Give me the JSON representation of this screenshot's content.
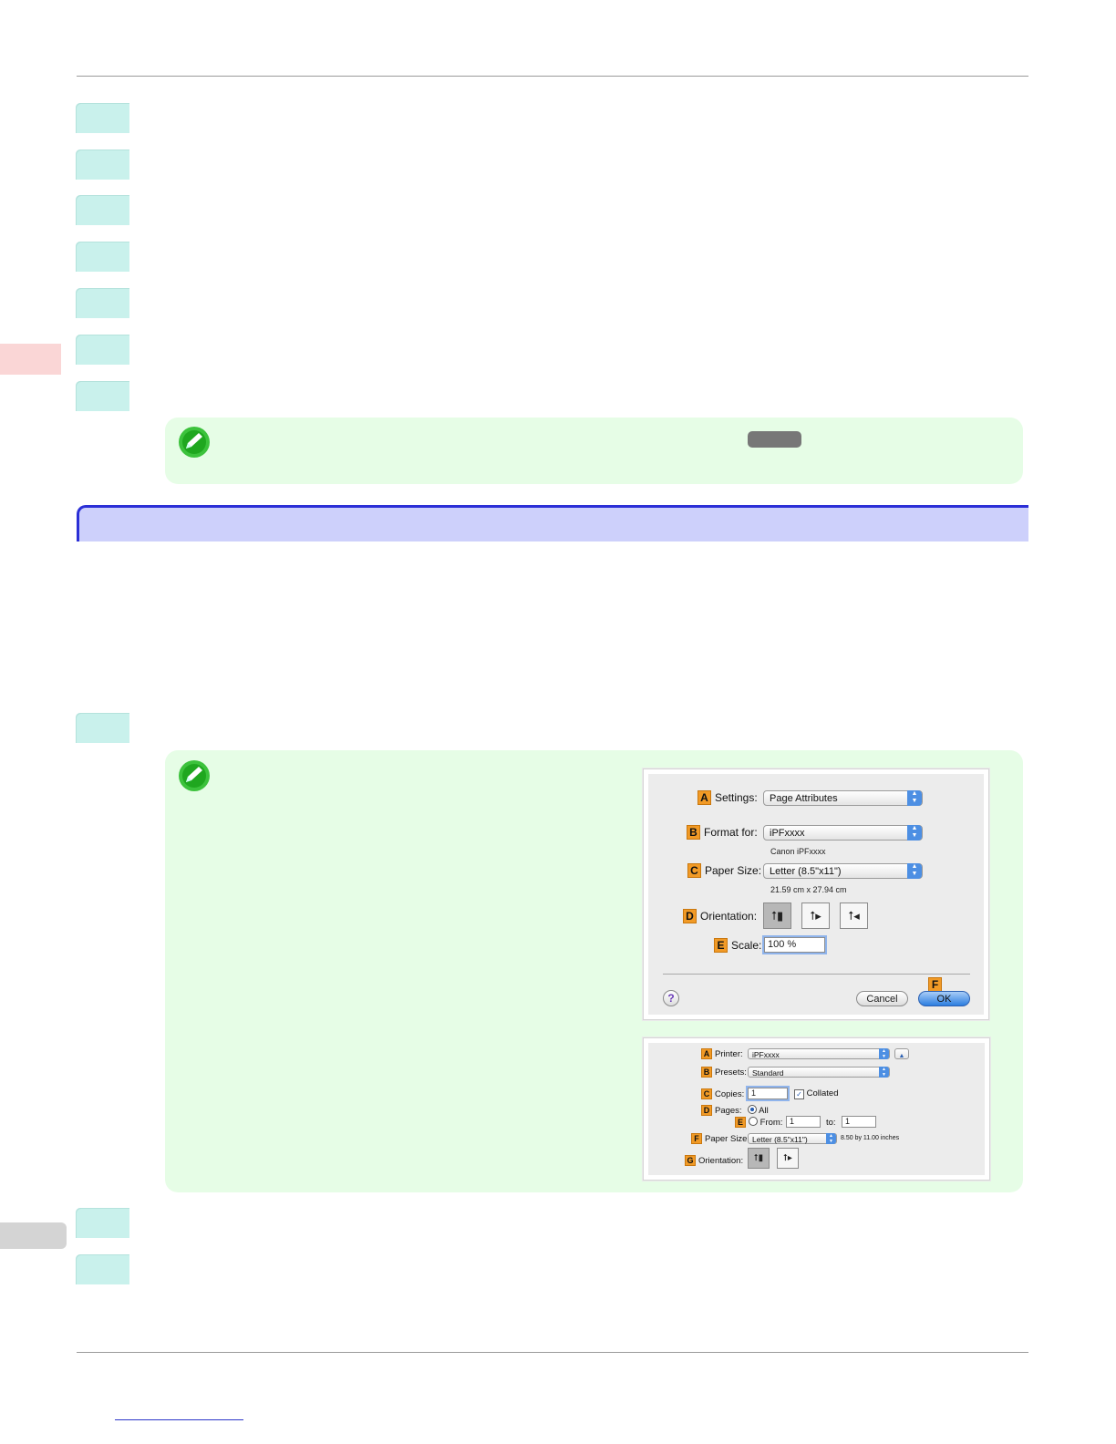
{
  "colors": {
    "step_tab": "#c9f1ec",
    "note_bg": "#e6fde6",
    "section_bg": "#cdd0fb",
    "section_border": "#2b2fd6",
    "key_orange": "#f19a26",
    "side_tab_red": "#fad6d6",
    "side_tab_gray": "#d4d4d4"
  },
  "page_setup_dialog": {
    "settings": {
      "key": "A",
      "label": "Settings:",
      "value": "Page Attributes"
    },
    "format_for": {
      "key": "B",
      "label": "Format for:",
      "value": "iPFxxxx",
      "sub": "Canon iPFxxxx"
    },
    "paper_size": {
      "key": "C",
      "label": "Paper Size:",
      "value": "Letter (8.5\"x11\")",
      "sub": "21.59 cm x 27.94 cm"
    },
    "orientation": {
      "key": "D",
      "label": "Orientation:",
      "icons": [
        "portrait-icon",
        "landscape-left-icon",
        "landscape-right-icon"
      ]
    },
    "scale": {
      "key": "E",
      "label": "Scale:",
      "value": "100 %"
    },
    "ok_key": "F",
    "help": "?",
    "cancel": "Cancel",
    "ok": "OK"
  },
  "print_dialog": {
    "printer": {
      "key": "A",
      "label": "Printer:",
      "value": "iPFxxxx"
    },
    "presets": {
      "key": "B",
      "label": "Presets:",
      "value": "Standard"
    },
    "copies": {
      "key": "C",
      "label": "Copies:",
      "value": "1",
      "collated": "Collated"
    },
    "pages": {
      "key": "D",
      "label": "Pages:",
      "all": "All"
    },
    "range": {
      "key": "E",
      "from_label": "From:",
      "from": "1",
      "to_label": "to:",
      "to": "1"
    },
    "paper_size": {
      "key": "F",
      "label": "Paper Size:",
      "value": "Letter (8.5\"x11\")",
      "dims": "8.50 by 11.00 inches"
    },
    "orientation": {
      "key": "G",
      "label": "Orientation:"
    }
  }
}
